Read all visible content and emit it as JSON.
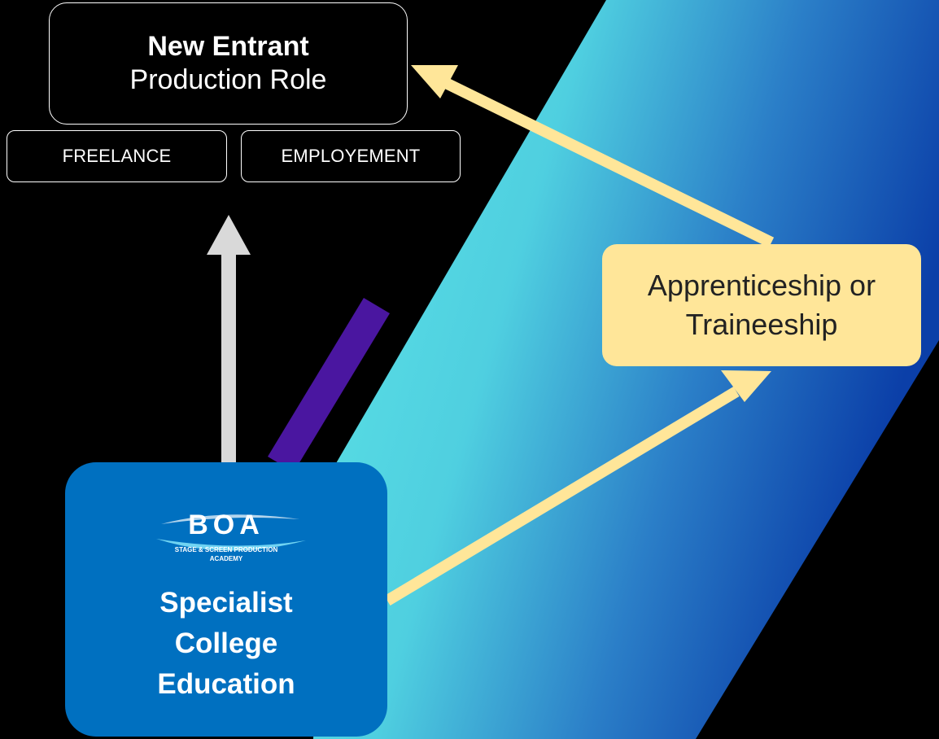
{
  "new_entrant": {
    "title": "New Entrant",
    "subtitle": "Production Role"
  },
  "work_types": {
    "freelance": "FREELANCE",
    "employment": "EMPLOYEMENT"
  },
  "apprenticeship": {
    "line1": "Apprenticeship or",
    "line2": "Traineeship"
  },
  "college": {
    "logo_text": "BOA",
    "logo_caption_1": "STAGE & SCREEN PRODUCTION",
    "logo_caption_2": "ACADEMY",
    "line1": "Specialist",
    "line2": "College",
    "line3": "Education"
  },
  "colors": {
    "background": "#000000",
    "band_start": "#5ee6e6",
    "band_end": "#0b3fa8",
    "arrow_yellow": "#ffe699",
    "arrow_grey": "#d9d9d9",
    "accent_purple": "#4a16a0",
    "college_blue": "#0070c0"
  }
}
